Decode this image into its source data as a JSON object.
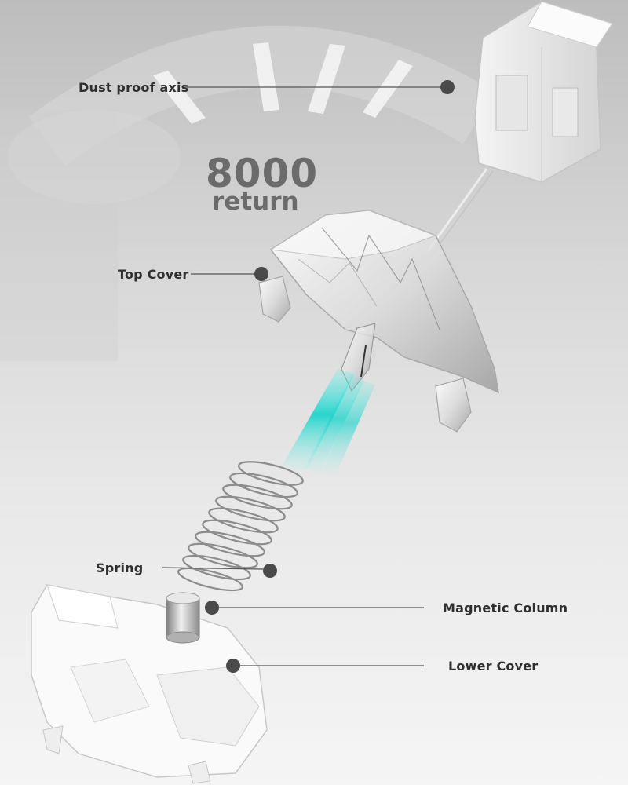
{
  "headline": {
    "number": "8000",
    "word": "return"
  },
  "labels": {
    "dust_proof_axis": "Dust proof axis",
    "top_cover": "Top Cover",
    "spring": "Spring",
    "magnetic_column": "Magnetic Column",
    "lower_cover": "Lower Cover"
  },
  "colors": {
    "background_top": "#bdbdbd",
    "background_bottom": "#f5f5f5",
    "leader_line": "#555555",
    "marker_dot": "#4a4a4a",
    "light_beam": "#22d3cc"
  }
}
